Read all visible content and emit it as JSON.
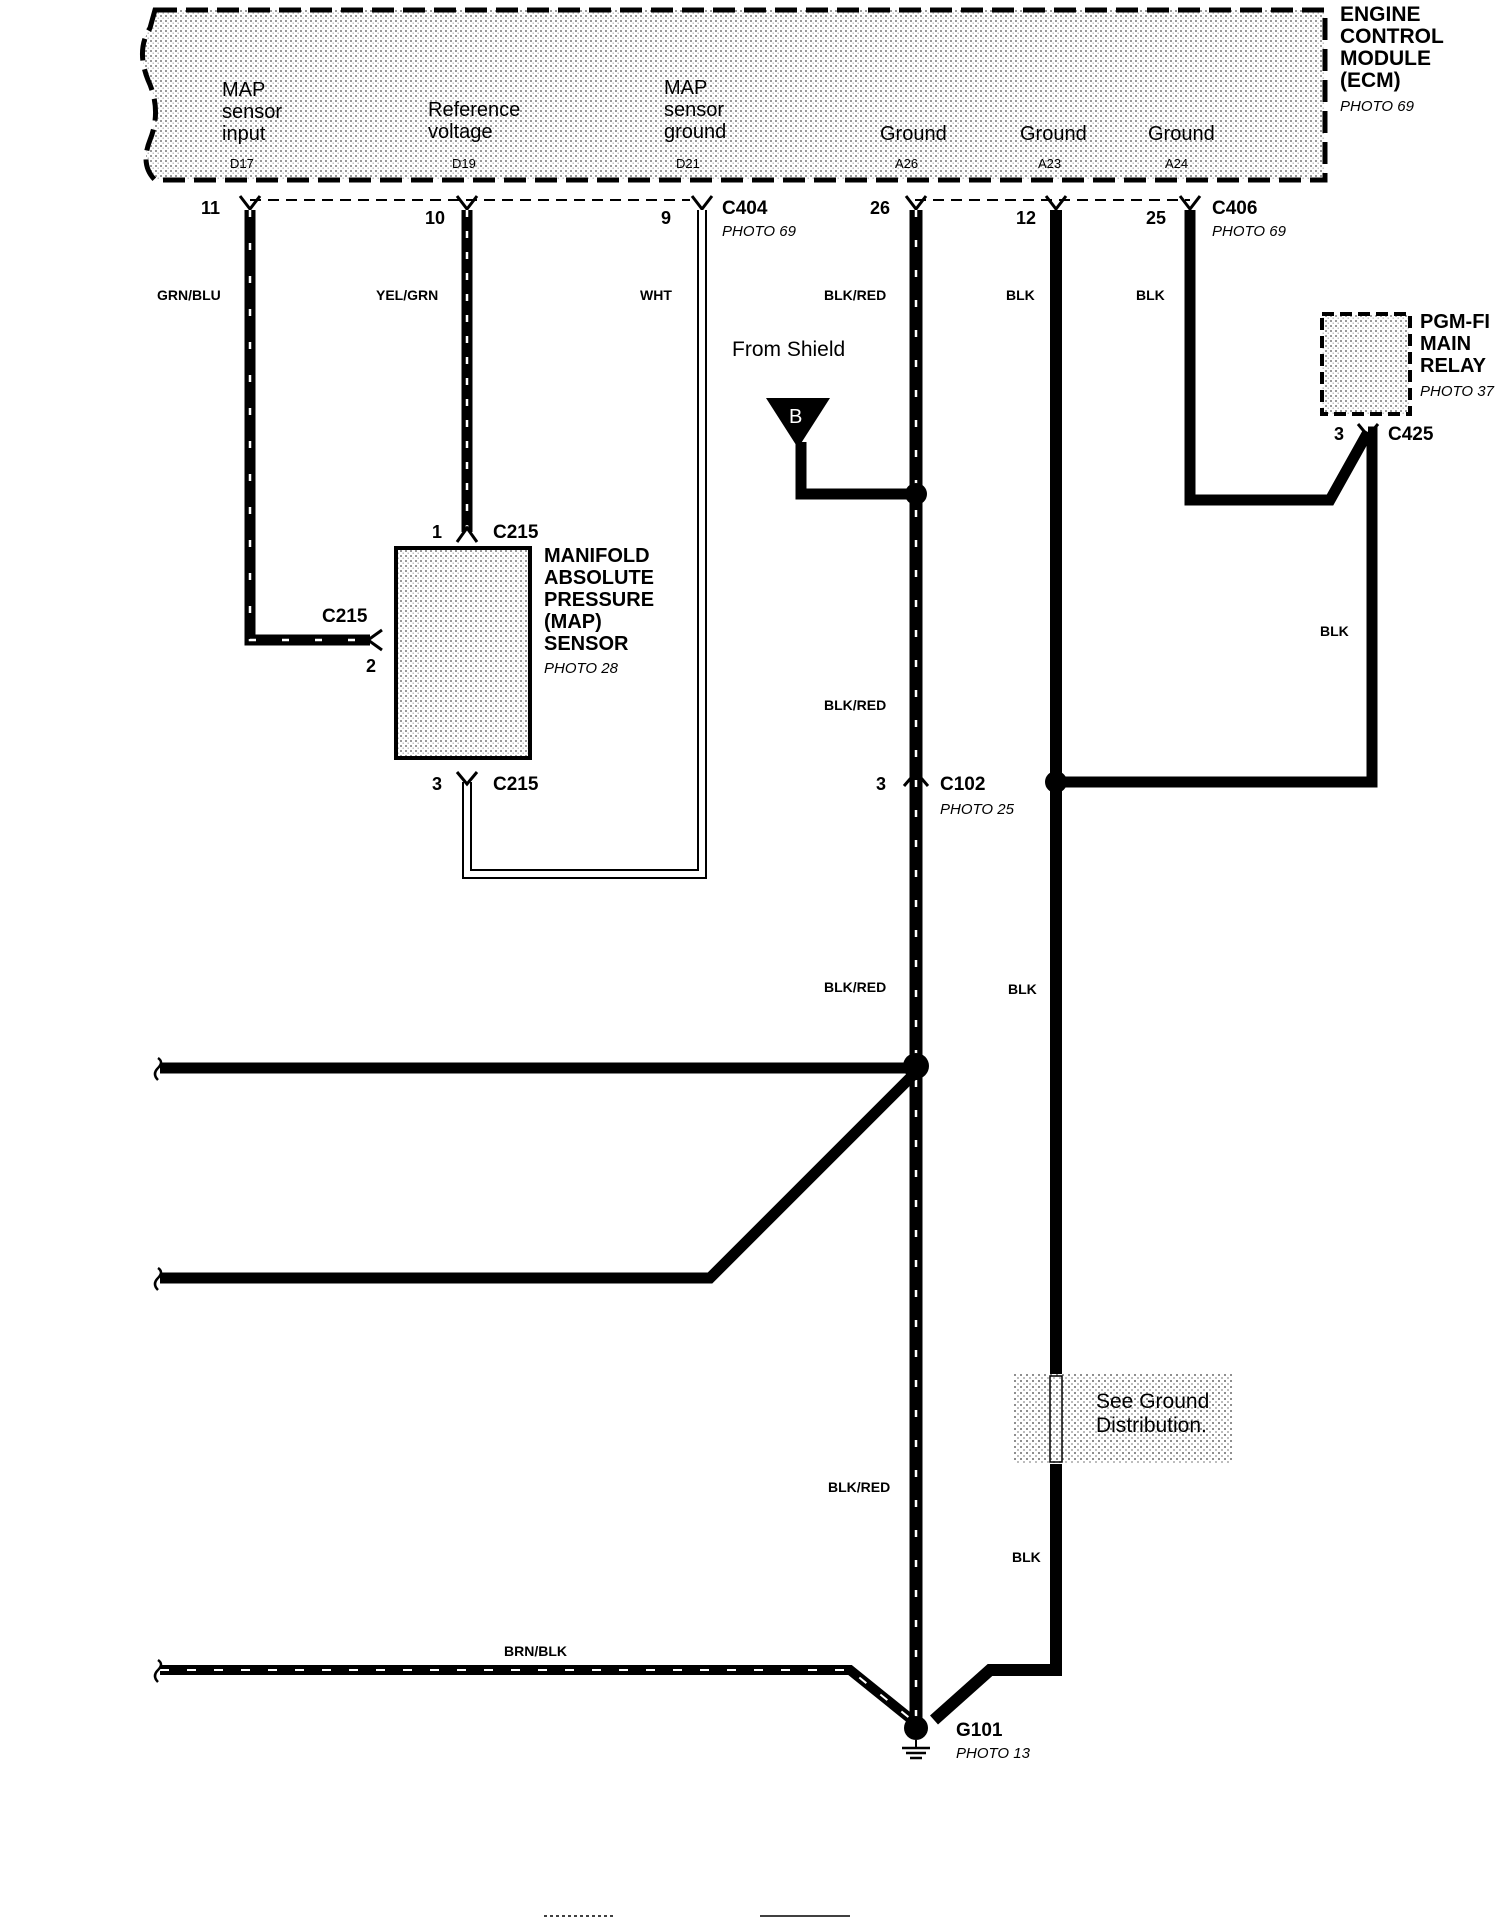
{
  "ecm": {
    "title": [
      "ENGINE",
      "CONTROL",
      "MODULE",
      "(ECM)"
    ],
    "photo": "PHOTO 69",
    "pins": [
      {
        "label": [
          "MAP",
          "sensor",
          "input"
        ],
        "code": "D17"
      },
      {
        "label": [
          "Reference",
          "voltage"
        ],
        "code": "D19"
      },
      {
        "label": [
          "MAP",
          "sensor",
          "ground"
        ],
        "code": "D21"
      },
      {
        "label": [
          "Ground"
        ],
        "code": "A26"
      },
      {
        "label": [
          "Ground"
        ],
        "code": "A23"
      },
      {
        "label": [
          "Ground"
        ],
        "code": "A24"
      }
    ]
  },
  "connectors": {
    "c404": {
      "name": "C404",
      "photo": "PHOTO 69"
    },
    "c406": {
      "name": "C406",
      "photo": "PHOTO 69"
    },
    "c215": {
      "name": "C215"
    },
    "c102": {
      "name": "C102",
      "photo": "PHOTO 25"
    },
    "c425": {
      "name": "C425"
    }
  },
  "pin_numbers": {
    "ecm_11": "11",
    "ecm_10": "10",
    "ecm_9": "9",
    "ecm_26": "26",
    "ecm_12": "12",
    "ecm_25": "25",
    "map_1": "1",
    "map_2": "2",
    "map_3": "3",
    "c102_3": "3",
    "relay_3": "3"
  },
  "wires": {
    "grn_blu": "GRN/BLU",
    "yel_grn": "YEL/GRN",
    "wht": "WHT",
    "blk_red": "BLK/RED",
    "blk": "BLK",
    "brn_blk": "BRN/BLK"
  },
  "map_sensor": {
    "title": [
      "MANIFOLD",
      "ABSOLUTE",
      "PRESSURE",
      "(MAP)",
      "SENSOR"
    ],
    "photo": "PHOTO 28"
  },
  "relay": {
    "title": [
      "PGM-FI",
      "MAIN",
      "RELAY"
    ],
    "photo": "PHOTO 37"
  },
  "shield": {
    "label": "From Shield",
    "marker": "B"
  },
  "ground_note": [
    "See Ground",
    "Distribution."
  ],
  "ground": {
    "name": "G101",
    "photo": "PHOTO 13"
  }
}
